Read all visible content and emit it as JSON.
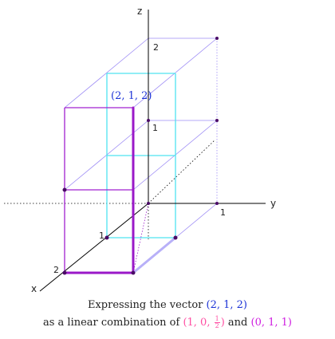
{
  "axes": {
    "x": "x",
    "y": "y",
    "z": "z"
  },
  "ticks": {
    "x1": "1",
    "x2": "2",
    "y1": "1",
    "z1": "1",
    "z2": "2"
  },
  "point_label": "(2, 1, 2)",
  "caption": {
    "line1_prefix": "Expressing the vector",
    "line1_vector": "(2, 1, 2)",
    "line2_prefix": "as a linear combination of",
    "vec_a_open": "(1, 0, ",
    "vec_a_num": "1",
    "vec_a_den": "2",
    "vec_a_close": ")",
    "conjunction": "and",
    "vec_b": "(0, 1, 1)"
  },
  "colors": {
    "axis": "#000000",
    "box_grid": "#9d8cf5",
    "cyan_box": "#4fe3f0",
    "magenta_box": "#a020d0",
    "main_vector": "#9a18c8",
    "point_label": "#1c33d6",
    "vec_a": "#ff4fa3",
    "vec_b": "#cf1fe0"
  }
}
